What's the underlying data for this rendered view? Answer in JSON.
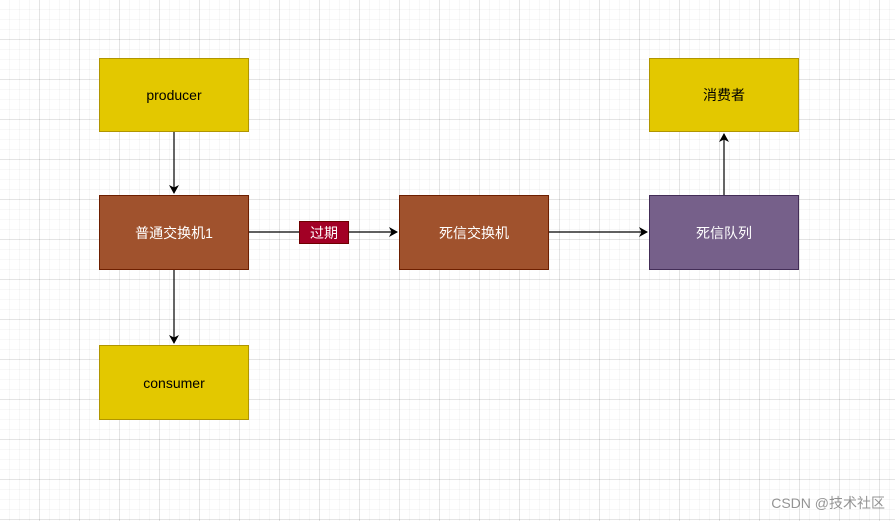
{
  "diagram": {
    "nodes": {
      "producer": "producer",
      "exchange1": "普通交换机1",
      "consumer": "consumer",
      "dead_letter_exchange": "死信交换机",
      "dead_letter_queue": "死信队列",
      "dead_letter_consumer": "消费者"
    },
    "edge_labels": {
      "expire": "过期"
    },
    "colors": {
      "yellow_fill": "#e3c800",
      "brown_fill": "#a0522d",
      "purple_fill": "#76608a",
      "label_fill": "#a20025"
    }
  },
  "watermark": "CSDN @技术社区"
}
